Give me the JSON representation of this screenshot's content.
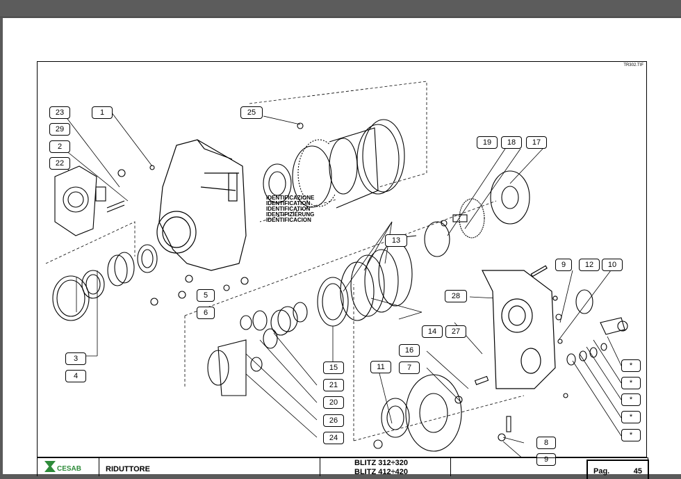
{
  "drawing": {
    "file_tag": "TR302.TIF",
    "identification_labels": [
      "IDENTIFICAZIONE",
      "IDENTIFICATION",
      "IDENTIFICATION",
      "IDENTIFIZIERUNG",
      "IDENTIFICACION"
    ],
    "callouts": [
      "23",
      "1",
      "29",
      "2",
      "22",
      "25",
      "19",
      "18",
      "17",
      "13",
      "9",
      "12",
      "10",
      "28",
      "5",
      "6",
      "3",
      "4",
      "14",
      "27",
      "15",
      "21",
      "20",
      "26",
      "24",
      "11",
      "16",
      "7",
      "8",
      "9",
      "*",
      "*",
      "*",
      "*",
      "*"
    ]
  },
  "footer": {
    "brand": "CESAB",
    "title": "RIDUTTORE",
    "model_line1": "BLITZ 312÷320",
    "model_line2": "BLITZ 412÷420",
    "page_label": "Pag.",
    "page_number": "45"
  },
  "colors": {
    "brand_green": "#2e8b3a"
  }
}
